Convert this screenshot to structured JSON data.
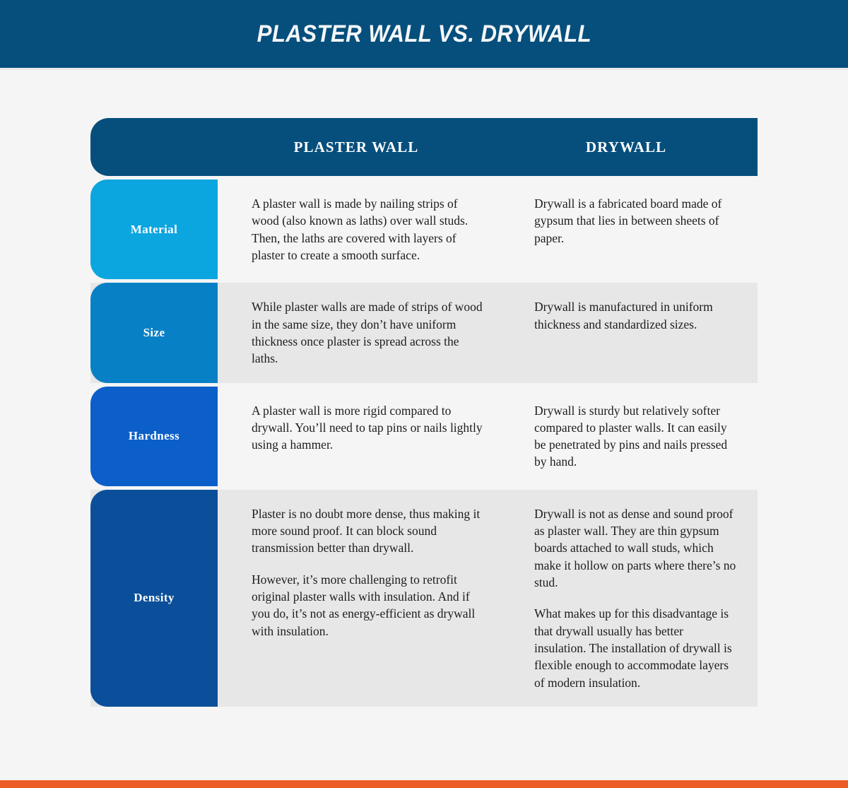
{
  "banner": {
    "title": "PLASTER WALL VS. DRYWALL",
    "background_color": "#064f7c",
    "text_color": "#f4f6f7"
  },
  "table": {
    "header": {
      "background_color": "#064f7c",
      "columns": [
        {
          "id": "attribute",
          "label": ""
        },
        {
          "id": "plaster_wall",
          "label": "PLASTER WALL"
        },
        {
          "id": "drywall",
          "label": "DRYWALL"
        }
      ]
    },
    "rows": [
      {
        "label": "Material",
        "label_color": "#0ba5e0",
        "row_background": "#f5f5f5",
        "plaster_wall": [
          "A plaster wall is made by nailing strips of wood (also known as laths) over wall studs. Then, the laths are covered with layers of plaster to create a smooth surface."
        ],
        "drywall": [
          "Drywall is a fabricated board made of gypsum that lies in between sheets of paper."
        ]
      },
      {
        "label": "Size",
        "label_color": "#0880c6",
        "row_background": "#e7e7e7",
        "plaster_wall": [
          "While plaster walls are made of strips of wood in the same size, they don’t have uniform thickness once plaster is spread across the laths."
        ],
        "drywall": [
          "Drywall is manufactured in uniform thickness and standardized sizes."
        ]
      },
      {
        "label": "Hardness",
        "label_color": "#0c5fc8",
        "row_background": "#f5f5f5",
        "plaster_wall": [
          "A plaster wall is more rigid compared to drywall. You’ll need to tap pins or nails lightly using a hammer."
        ],
        "drywall": [
          "Drywall is sturdy but relatively softer compared to plaster walls. It can easily be penetrated by pins and nails pressed by hand."
        ]
      },
      {
        "label": "Density",
        "label_color": "#0b4f9b",
        "row_background": "#e7e7e7",
        "plaster_wall": [
          "Plaster is no doubt more dense, thus making it more sound proof. It can block sound transmission better than drywall.",
          "However, it’s more challenging to retrofit original plaster walls with insulation. And if you do, it’s not as energy-efficient as drywall with insulation."
        ],
        "drywall": [
          "Drywall is not as dense and sound proof as plaster wall. They are thin gypsum boards attached to wall studs, which make it hollow on parts where there’s no stud.",
          "What makes up for this disadvantage  is that drywall usually has better insulation. The installation of drywall is flexible enough to accommodate layers of modern insulation."
        ]
      }
    ]
  },
  "footer": {
    "accent_color": "#ec5b25"
  },
  "page": {
    "background_color": "#f5f5f5"
  }
}
